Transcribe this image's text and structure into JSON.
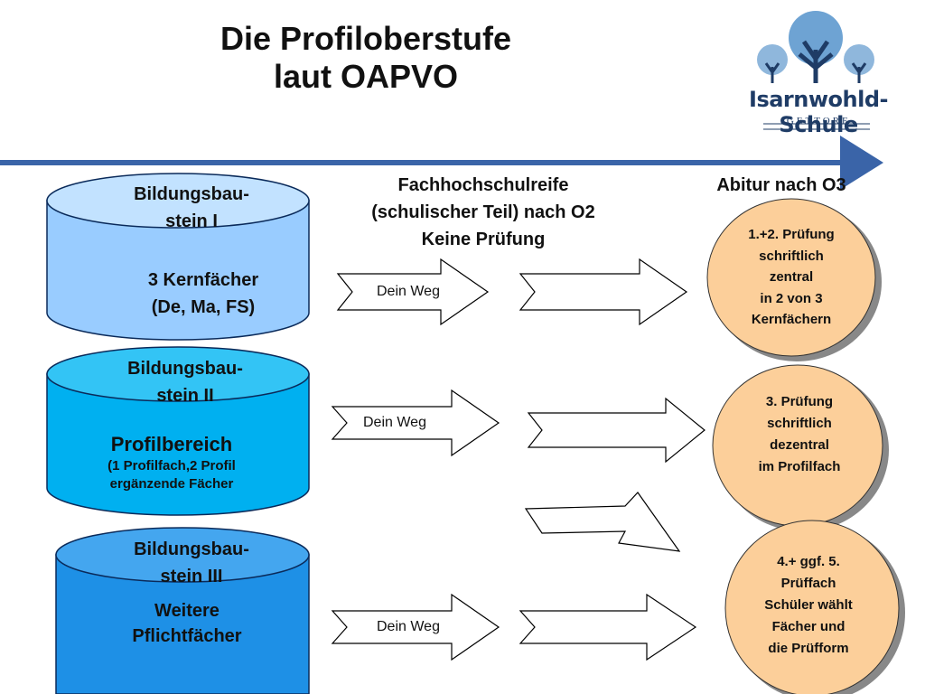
{
  "title": {
    "line1": "Die Profiloberstufe",
    "line2": "laut OAPVO"
  },
  "logo": {
    "name": "Isarnwohld-Schule",
    "place": "GETTORF",
    "icon": "tree-icon"
  },
  "headings": {
    "fhr_line1": "Fachhochschulreife",
    "fhr_line2": "(schulischer Teil) nach O2",
    "fhr_line3": "Keine Prüfung",
    "abitur": "Abitur nach O3"
  },
  "blocks": [
    {
      "top1": "Bildungsbau-",
      "top2": "stein I",
      "body1": "3 Kernfächer",
      "body2": "(De, Ma, FS)",
      "color": "#99ccff"
    },
    {
      "top1": "Bildungsbau-",
      "top2": "stein II",
      "body1": "Profilbereich",
      "body2": "(1 Profilfach,2 Profil",
      "body3": "ergänzende Fächer",
      "color": "#00b0f0"
    },
    {
      "top1": "Bildungsbau-",
      "top2": "stein III",
      "body1": "Weitere",
      "body2": "Pflichtfächer",
      "color": "#1e90e6"
    }
  ],
  "arrow_label": "Dein Weg",
  "exams": [
    {
      "lines": [
        "1.+2. Prüfung",
        "schriftlich",
        "zentral",
        "in 2 von 3",
        "Kernfächern"
      ]
    },
    {
      "lines": [
        "3. Prüfung",
        "schriftlich",
        "dezentral",
        "im Profilfach"
      ]
    },
    {
      "lines": [
        "4.+ ggf. 5.",
        "Prüffach",
        "Schüler wählt",
        "Fächer und",
        "die Prüfform"
      ]
    }
  ],
  "colors": {
    "timeline": "#3a64a8",
    "exam_fill": "#fccf9a",
    "exam_shadow": "#888888"
  }
}
